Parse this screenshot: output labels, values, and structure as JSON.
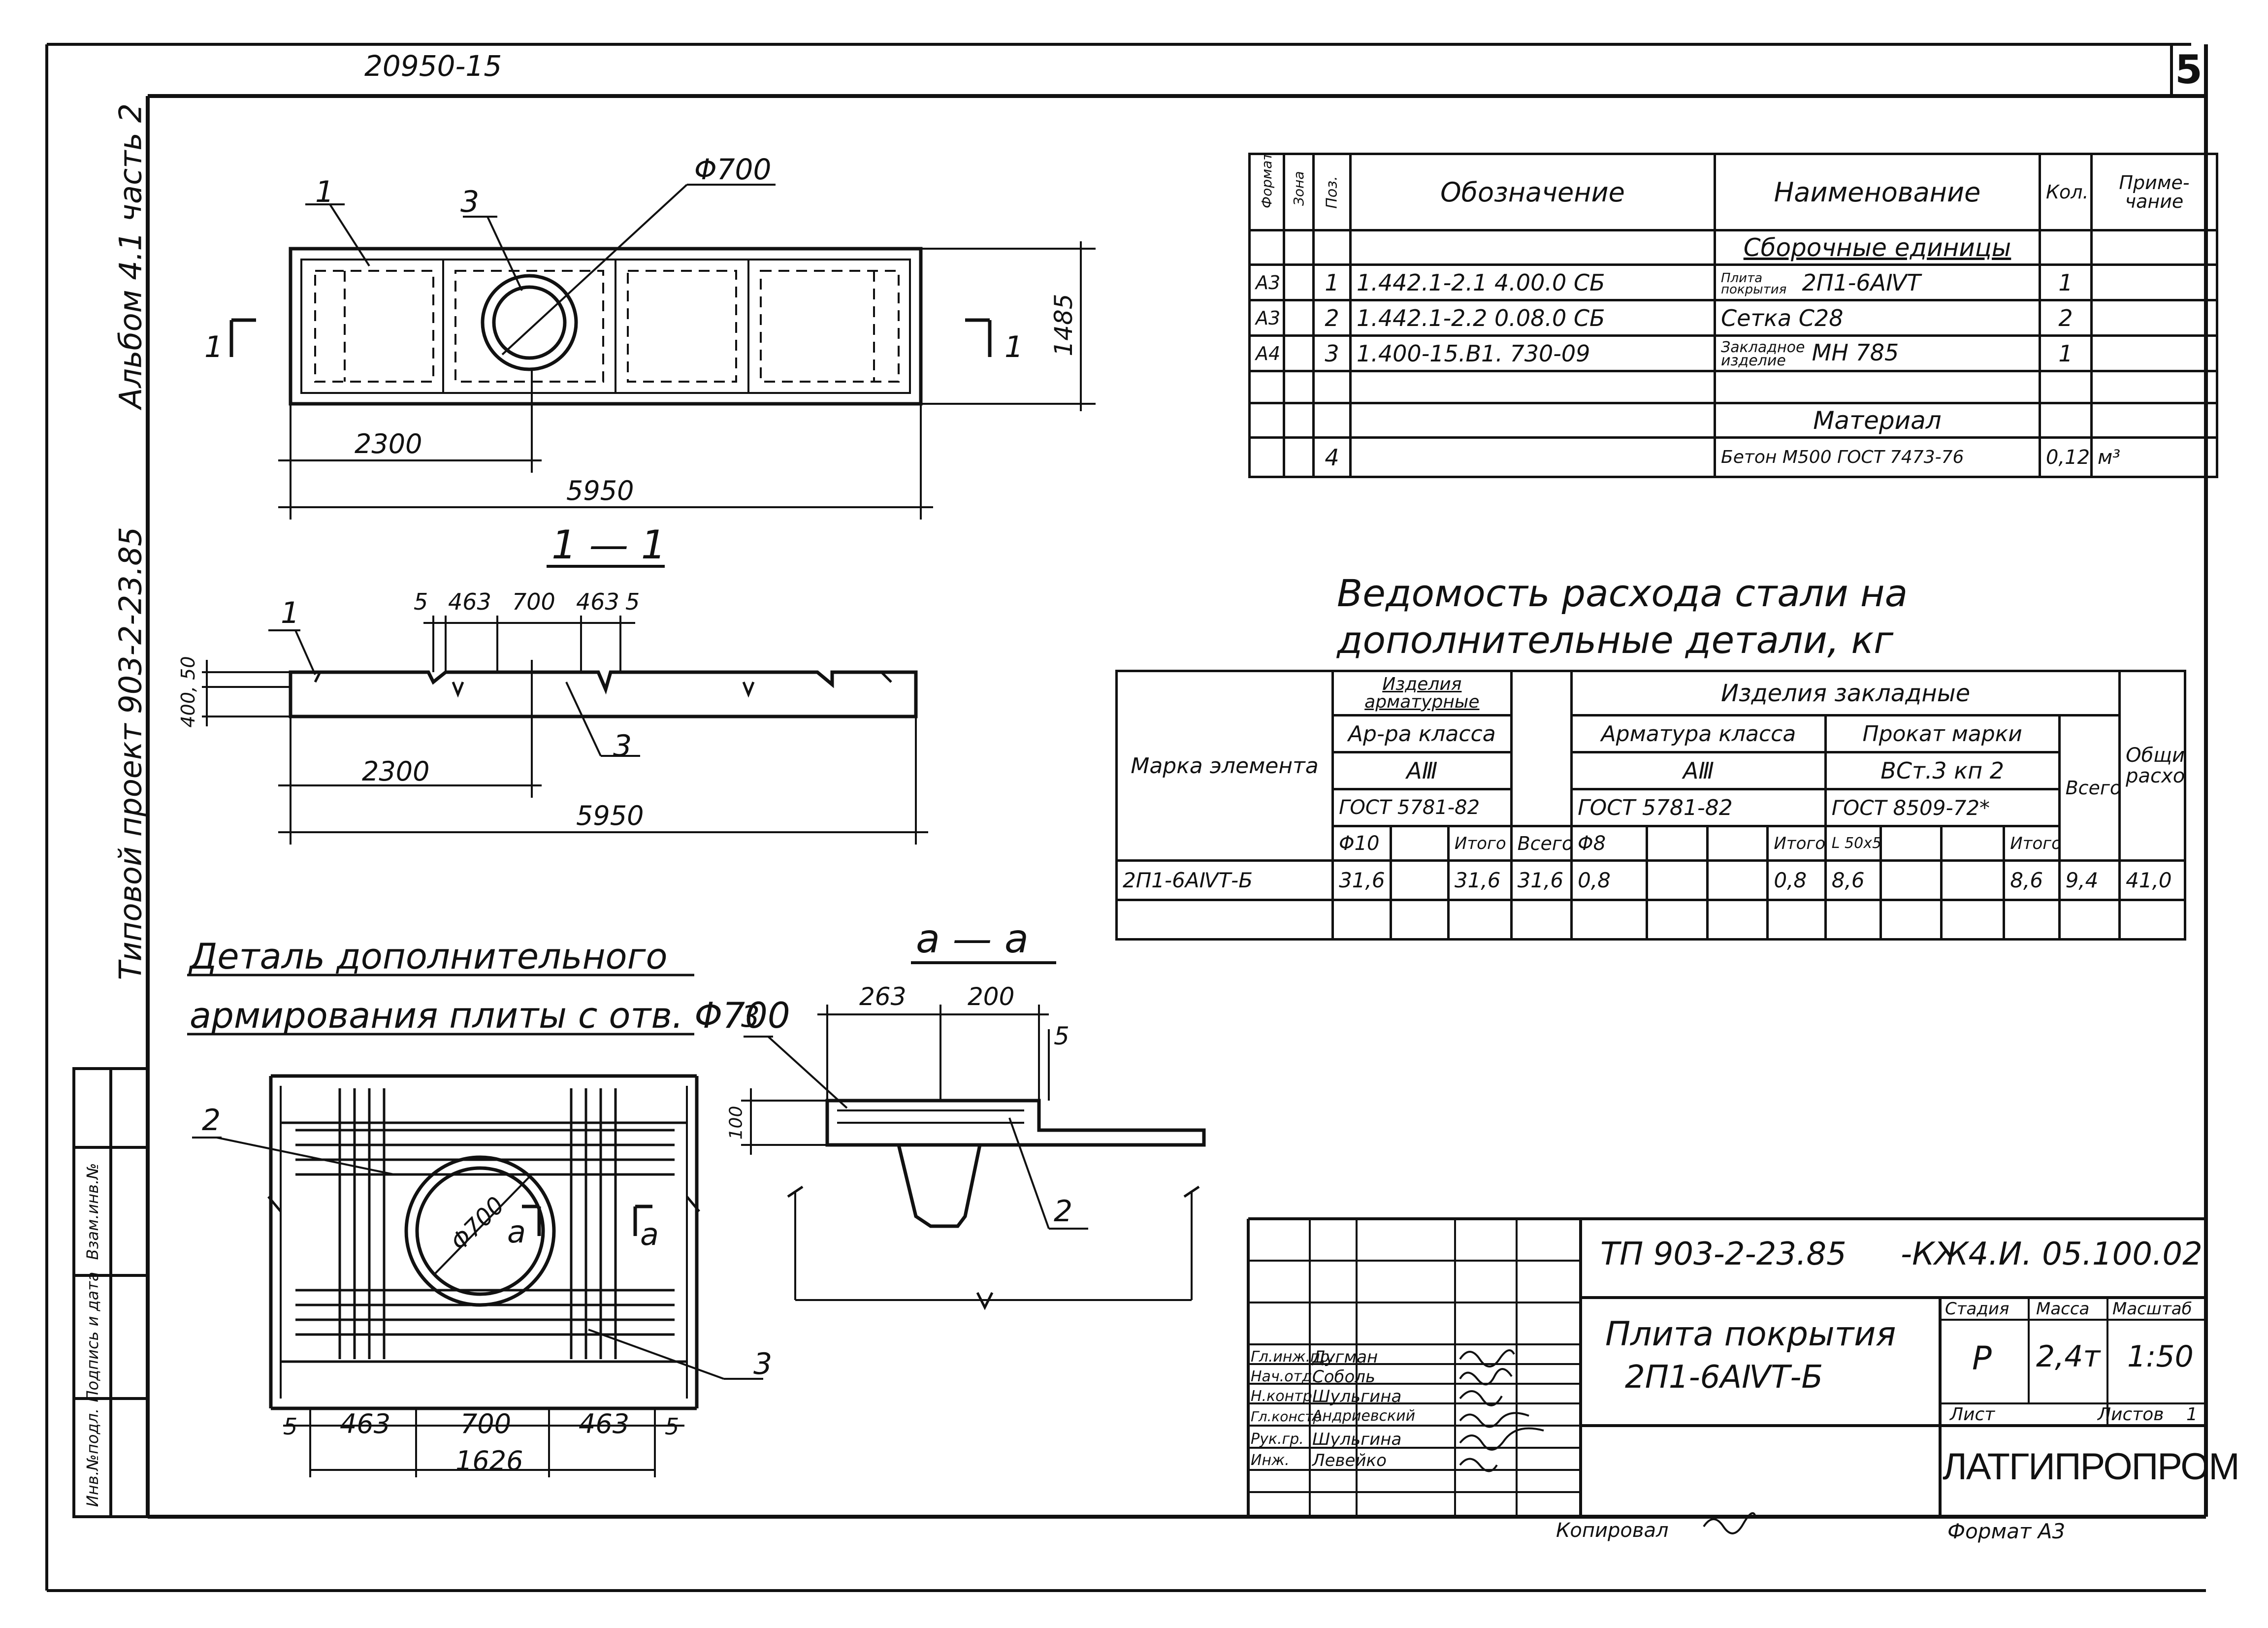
{
  "header": {
    "doc_code_top": "20950-15",
    "sheet_number": "5"
  },
  "margin": {
    "album": "Альбом 4.1 часть 2",
    "project": "Типовой проект 903-2-23.85",
    "inv_fields": [
      "Инв.№подл.",
      "Подпись и дата",
      "Взам.инв.№"
    ]
  },
  "plan_view": {
    "leaders": [
      "1",
      "3",
      "Φ700"
    ],
    "section_mark_left": "1",
    "section_mark_right": "1",
    "dim_width": "1485",
    "dim_offset": "2300",
    "dim_length": "5950"
  },
  "section_1_1": {
    "title": "1 — 1",
    "leader_1": "1",
    "leader_3": "3",
    "dims_top": [
      "5",
      "463",
      "700",
      "463",
      "5"
    ],
    "dims_height": "400, 50",
    "dim_offset": "2300",
    "dim_length": "5950"
  },
  "detail": {
    "title_line1": "Деталь дополнительного",
    "title_line2": "армирования плиты с отв. Φ700",
    "leader_2": "2",
    "leader_3": "3",
    "hole_label": "Φ700",
    "section_mark_a_left": "a",
    "section_mark_a_right": "a",
    "dims_bottom": [
      "5",
      "463",
      "700",
      "463",
      "5"
    ],
    "dim_total": "1626"
  },
  "section_a_a": {
    "title": "a — a",
    "leader_3": "3",
    "leader_2": "2",
    "dims_top": [
      "263",
      "200"
    ],
    "dim_5": "5",
    "dim_height": "100"
  },
  "spec_table": {
    "headers": [
      "Формат",
      "Зона",
      "Поз.",
      "Обозначение",
      "Наименование",
      "Кол.",
      "Приме-чание"
    ],
    "section_assembly": "Сборочные единицы",
    "rows": [
      {
        "fmt": "А3",
        "pos": "1",
        "code": "1.442.1-2.1  4.00.0 СБ",
        "name_small": "Плита покрытия",
        "name": "2П1-6АⅣТ",
        "qty": "1",
        "note": ""
      },
      {
        "fmt": "А3",
        "pos": "2",
        "code": "1.442.1-2.2  0.08.0 СБ",
        "name_small": "",
        "name": "Сетка  С28",
        "qty": "2",
        "note": ""
      },
      {
        "fmt": "А4",
        "pos": "3",
        "code": "1.400-15.В1.  730-09",
        "name_small": "Закладное изделие",
        "name": "МН 785",
        "qty": "1",
        "note": ""
      }
    ],
    "section_material": "Материал",
    "material_row": {
      "pos": "4",
      "name": "Бетон М500 ГОСТ 7473-76",
      "qty": "0,12",
      "note": "м³"
    }
  },
  "steel_table": {
    "title_line1": "Ведомость расхода стали на",
    "title_line2": "дополнительные детали, кг",
    "h_mark": "Марка элемента",
    "h_armature_items": "Изделия арматурные",
    "h_embedded_items": "Изделия закладные",
    "h_arm_class": "Ар-ра класса",
    "h_arm_class_val": "AⅢ",
    "h_gost_arm": "ГОСТ 5781-82",
    "h_total": "Всего",
    "h_emb_arm_class": "Арматура класса",
    "h_emb_arm_val": "AⅢ",
    "h_emb_gost": "ГОСТ 5781-82",
    "h_rolled": "Прокат марки",
    "h_rolled_val": "ВСт.3 кп 2",
    "h_rolled_gost": "ГОСТ 8509-72*",
    "h_general": "Общий расход",
    "sub_d10": "Φ10",
    "sub_d8": "Φ8",
    "sub_angle": "L 50x5",
    "sub_itogo": "Итого",
    "row": {
      "mark": "2П1-6АⅣТ-Б",
      "d10": "31,6",
      "itogo1": "31,6",
      "total1": "31,6",
      "d8": "0,8",
      "itogo2": "0,8",
      "angle": "8,6",
      "itogo3": "8,6",
      "total2": "9,4",
      "general": "41,0"
    }
  },
  "title_block": {
    "project_code": "ТП 903-2-23.85",
    "doc_code": "-КЖ4.И. 05.100.02",
    "name_line1": "Плита покрытия",
    "name_line2": "2П1-6АⅣТ-Б",
    "h_stage": "Стадия",
    "h_mass": "Масса",
    "h_scale": "Масштаб",
    "stage": "Р",
    "mass": "2,4т",
    "scale": "1:50",
    "h_sheet": "Лист",
    "h_sheets": "Листов",
    "sheets": "1",
    "org": "ЛАТГИПРОПРОМ",
    "roles": [
      {
        "role": "Гл.инж.пр.",
        "name": "Дугман"
      },
      {
        "role": "Нач.отд.",
        "name": "Соболь"
      },
      {
        "role": "Н.контр.",
        "name": "Шульгина"
      },
      {
        "role": "Гл.констр.",
        "name": "Андриевский"
      },
      {
        "role": "Рук.гр.",
        "name": "Шульгина"
      },
      {
        "role": "Инж.",
        "name": "Левейко"
      }
    ],
    "copied": "Копировал",
    "format": "Формат А3"
  }
}
